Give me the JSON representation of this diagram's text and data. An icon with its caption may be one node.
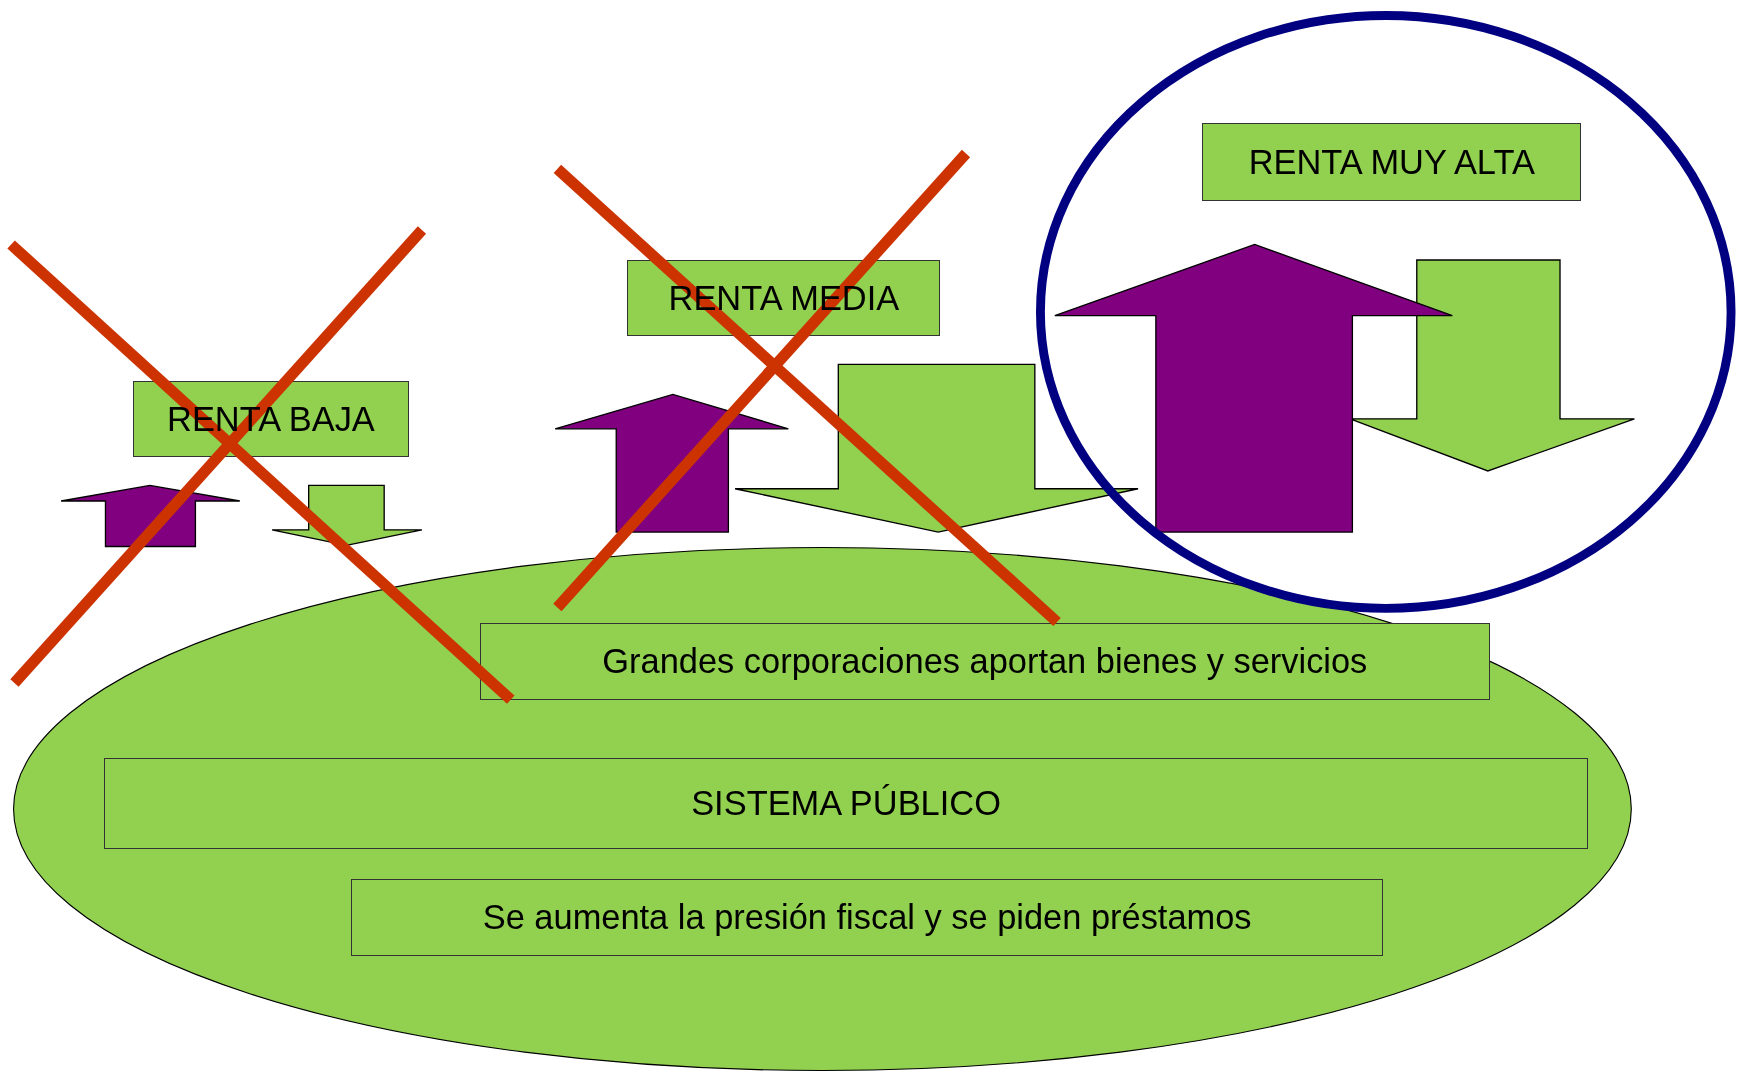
{
  "diagram": {
    "nodes": [
      {
        "text": [
          "RENTA BAJA"
        ]
      },
      {
        "text": [
          "RENTA MEDIA"
        ]
      },
      {
        "text": [],
        "shape": "circle"
      },
      {
        "text": [
          "RENTA MUY ALTA"
        ],
        "in": 2
      },
      {
        "text": [],
        "shape": "circle"
      },
      {
        "text": [
          "Grandes corporaciones aportan bienes y servicios"
        ],
        "in": 4
      },
      {
        "text": [
          "SISTEMA PÚBLICO"
        ],
        "in": 4
      },
      {
        "text": [
          "Se aumenta la presión fiscal y se piden préstamos"
        ],
        "in": 4
      }
    ]
  }
}
